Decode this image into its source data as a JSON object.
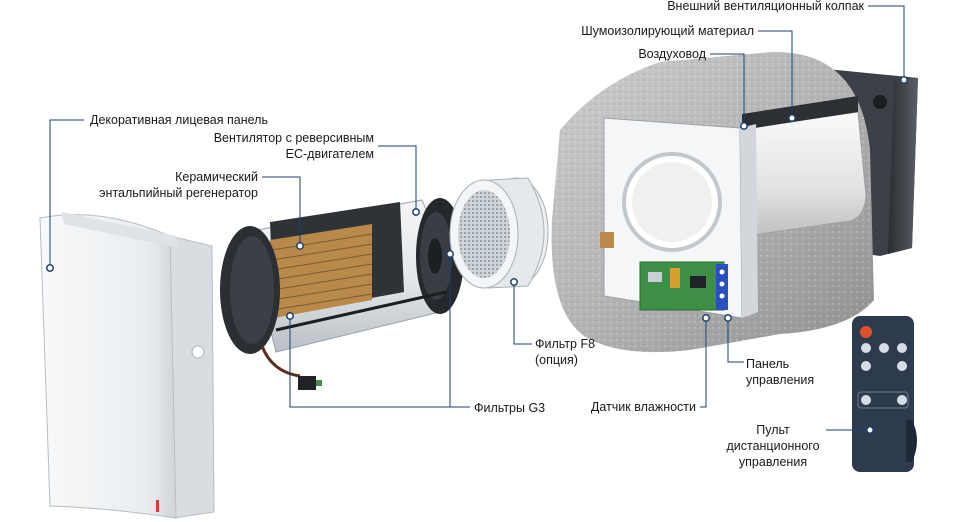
{
  "labels": {
    "outer_hood": "Внешний вентиляционный колпак",
    "noise_material": "Шумоизолирующий материал",
    "air_duct": "Воздуховод",
    "front_panel": "Декоративная лицевая панель",
    "fan": [
      "Вентилятор с реверсивным",
      "ЕС-двигателем"
    ],
    "regenerator": [
      "Керамический",
      "энтальпийный регенератор"
    ],
    "filter_f8": [
      "Фильтр F8",
      "(опция)"
    ],
    "control_panel": [
      "Панель",
      "управления"
    ],
    "filters_g3": "Фильтры G3",
    "humidity_sensor": "Датчик влажности",
    "remote": [
      "Пульт",
      "дистанционного",
      "управления"
    ]
  },
  "colors": {
    "leader_line": "#1c3f6e",
    "marker_dot": "#1c3f6e",
    "foam": "#bdbdbd",
    "metal_white": "#f1f3f5",
    "ceramic": "#b8894a",
    "remote_body": "#2e3a4d",
    "power_button": "#e0502a",
    "pcb": "#3e8f45"
  }
}
